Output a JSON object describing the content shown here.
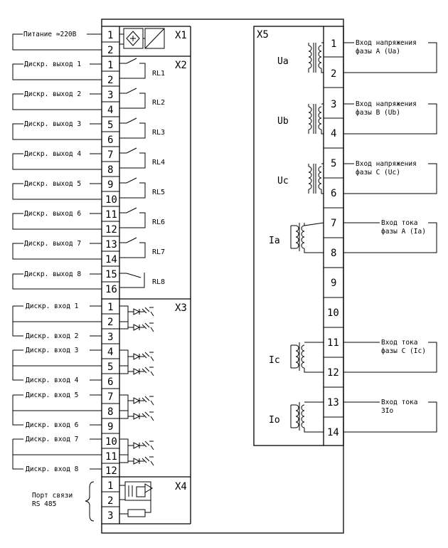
{
  "connectors": {
    "x1": "X1",
    "x2": "X2",
    "x3": "X3",
    "x4": "X4",
    "x5": "X5"
  },
  "x1_pins": [
    "1",
    "2"
  ],
  "x2_pins": [
    "1",
    "2",
    "3",
    "4",
    "5",
    "6",
    "7",
    "8",
    "9",
    "10",
    "11",
    "12",
    "13",
    "14",
    "15",
    "16"
  ],
  "x3_pins": [
    "1",
    "2",
    "3",
    "4",
    "5",
    "6",
    "7",
    "8",
    "9",
    "10",
    "11",
    "12"
  ],
  "x4_pins": [
    "1",
    "2",
    "3"
  ],
  "x5_pins": [
    "1",
    "2",
    "3",
    "4",
    "5",
    "6",
    "7",
    "8",
    "9",
    "10",
    "11",
    "12",
    "13",
    "14"
  ],
  "power_label": "Питание ≃220В",
  "outputs": [
    "Дискр. выход 1",
    "Дискр. выход 2",
    "Дискр. выход 3",
    "Дискр. выход 4",
    "Дискр. выход 5",
    "Дискр. выход 6",
    "Дискр. выход 7",
    "Дискр. выход 8"
  ],
  "relays": [
    "RL1",
    "RL2",
    "RL3",
    "RL4",
    "RL5",
    "RL6",
    "RL7",
    "RL8"
  ],
  "inputs": [
    "Дискр. вход 1",
    "Дискр. вход 2",
    "Дискр. вход 3",
    "Дискр. вход 4",
    "Дискр. вход 5",
    "Дискр. вход 6",
    "Дискр. вход 7",
    "Дискр. вход 8"
  ],
  "port": {
    "line1": "Порт связи",
    "line2": "RS 485"
  },
  "coils": [
    "Ua",
    "Ub",
    "Uc",
    "Ia",
    "Ic",
    "Io"
  ],
  "measure": [
    {
      "line1": "Вход напряжения",
      "line2": "фазы А (Ua)"
    },
    {
      "line1": "Вход напряжения",
      "line2": "фазы В (Ub)"
    },
    {
      "line1": "Вход напряжения",
      "line2": "фазы С (Uc)"
    },
    {
      "line1": "Вход тока",
      "line2": "фазы А (Ia)"
    },
    {
      "line1": "Вход тока",
      "line2": "фазы С (Ic)"
    },
    {
      "line1": "Вход тока",
      "line2": "3Io"
    }
  ]
}
